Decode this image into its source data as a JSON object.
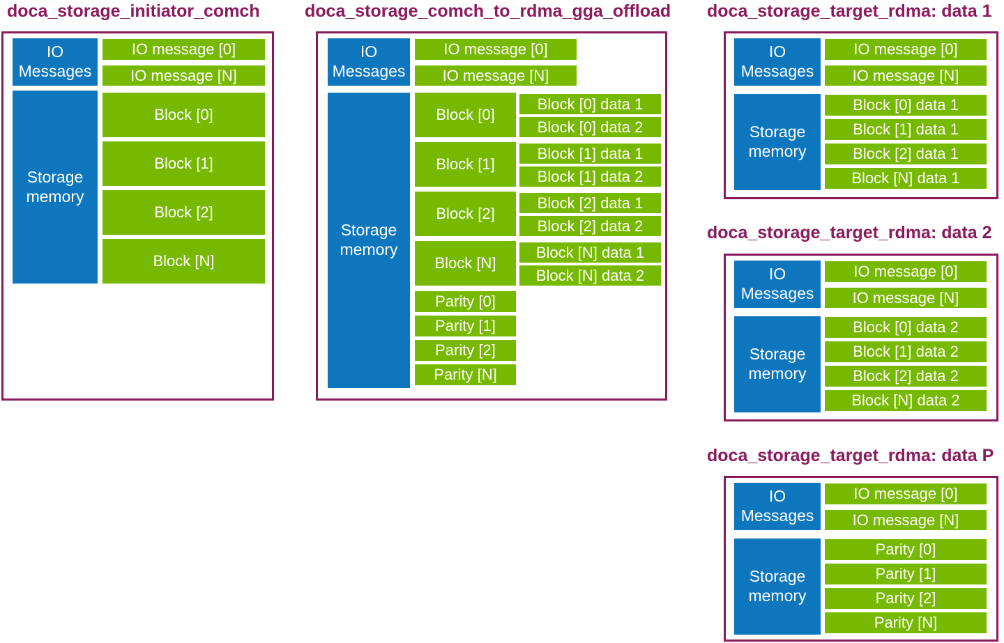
{
  "colors": {
    "green": "#76B900",
    "blue": "#0E76BD",
    "purple": "#8A1A5C",
    "bg": "#FFFFFF",
    "box_text": "#FFFFFF"
  },
  "panels": {
    "initiator": {
      "title": "doca_storage_initiator_comch",
      "io_label": "IO Messages",
      "storage_label": "Storage memory",
      "io_rows": [
        "IO message [0]",
        "IO message [N]"
      ],
      "blocks": [
        "Block [0]",
        "Block [1]",
        "Block [2]",
        "Block [N]"
      ]
    },
    "offload": {
      "title": "doca_storage_comch_to_rdma_gga_offload",
      "io_label": "IO Messages",
      "storage_label": "Storage memory",
      "io_rows": [
        "IO message [0]",
        "IO message [N]"
      ],
      "blocks": [
        "Block [0]",
        "Block [1]",
        "Block [2]",
        "Block [N]"
      ],
      "block_data": [
        "Block [0] data 1",
        "Block [0] data 2",
        "Block [1] data 1",
        "Block [1] data 2",
        "Block [2] data 1",
        "Block [2] data 2",
        "Block [N] data 1",
        "Block [N] data 2"
      ],
      "parity": [
        "Parity [0]",
        "Parity [1]",
        "Parity [2]",
        "Parity [N]"
      ]
    },
    "target_data1": {
      "title": "doca_storage_target_rdma: data 1",
      "io_label": "IO Messages",
      "storage_label": "Storage memory",
      "io_rows": [
        "IO message [0]",
        "IO message [N]"
      ],
      "rows": [
        "Block [0] data 1",
        "Block [1] data 1",
        "Block [2] data 1",
        "Block [N] data 1"
      ]
    },
    "target_data2": {
      "title": "doca_storage_target_rdma: data 2",
      "io_label": "IO Messages",
      "storage_label": "Storage memory",
      "io_rows": [
        "IO message [0]",
        "IO message [N]"
      ],
      "rows": [
        "Block [0] data 2",
        "Block [1] data 2",
        "Block [2] data 2",
        "Block [N] data 2"
      ]
    },
    "target_dataP": {
      "title": "doca_storage_target_rdma: data P",
      "io_label": "IO Messages",
      "storage_label": "Storage memory",
      "io_rows": [
        "IO message [0]",
        "IO message [N]"
      ],
      "rows": [
        "Parity [0]",
        "Parity [1]",
        "Parity [2]",
        "Parity [N]"
      ]
    }
  }
}
